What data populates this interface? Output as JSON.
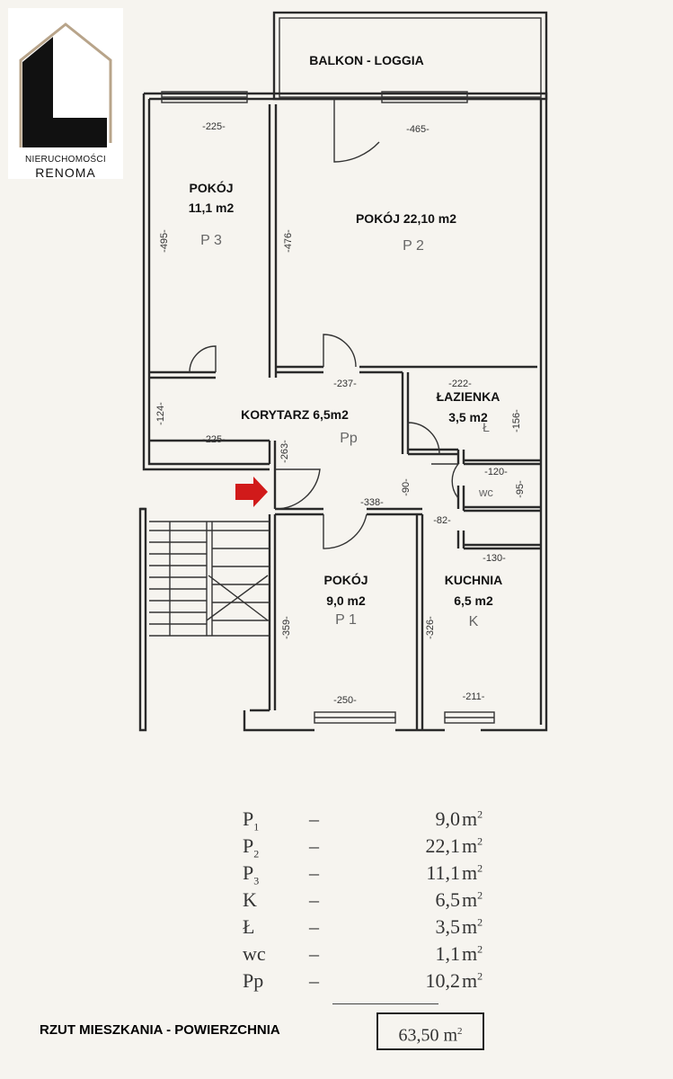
{
  "logo": {
    "line1": "NIERUCHOMOŚCI",
    "line2": "RENOMA",
    "colors": {
      "mark": "#111111",
      "roof": "#b8a48a"
    }
  },
  "rooms": {
    "balcony": "BALKON - LOGGIA",
    "p3_name": "POKÓJ",
    "p3_area": "11,1 m2",
    "p3_code": "P 3",
    "p2_label": "POKÓJ 22,10 m2",
    "p2_code": "P 2",
    "corridor": "KORYTARZ 6,5m2",
    "corridor_code": "Pp",
    "bath_name": "ŁAZIENKA",
    "bath_area": "3,5 m2",
    "bath_code": "Ł",
    "wc": "wc",
    "p1_name": "POKÓJ",
    "p1_area": "9,0 m2",
    "p1_code": "P 1",
    "kitchen_name": "KUCHNIA",
    "kitchen_area": "6,5 m2",
    "kitchen_code": "K"
  },
  "dimensions": [
    "-225-",
    "-465-",
    "-495-",
    "-476-",
    "-237-",
    "-124-",
    "-225-",
    "-263-",
    "-222-",
    "-156-",
    "-120-",
    "-95-",
    "-90-",
    "-338-",
    "-82-",
    "-130-",
    "-359-",
    "-326-",
    "-250-",
    "-211-"
  ],
  "legend": [
    {
      "code": "P",
      "sub": "1",
      "dash": "–",
      "value": "9,0",
      "unit": "m",
      "exp": "2"
    },
    {
      "code": "P",
      "sub": "2",
      "dash": "–",
      "value": "22,1",
      "unit": "m",
      "exp": "2"
    },
    {
      "code": "P",
      "sub": "3",
      "dash": "–",
      "value": "11,1",
      "unit": "m",
      "exp": "2"
    },
    {
      "code": "K",
      "sub": "",
      "dash": "–",
      "value": "6,5",
      "unit": "m",
      "exp": "2"
    },
    {
      "code": "Ł",
      "sub": "",
      "dash": "–",
      "value": "3,5",
      "unit": "m",
      "exp": "2"
    },
    {
      "code": "wc",
      "sub": "",
      "dash": "–",
      "value": "1,1",
      "unit": "m",
      "exp": "2"
    },
    {
      "code": "Pp",
      "sub": "",
      "dash": "–",
      "value": "10,2",
      "unit": "m",
      "exp": "2"
    }
  ],
  "footer": {
    "title": "RZUT MIESZKANIA - POWIERZCHNIA",
    "total": "63,50 m",
    "total_exp": "2"
  },
  "colors": {
    "arrow": "#d11a1a",
    "wall": "#2a2a2a",
    "paper": "#f6f4ef"
  }
}
